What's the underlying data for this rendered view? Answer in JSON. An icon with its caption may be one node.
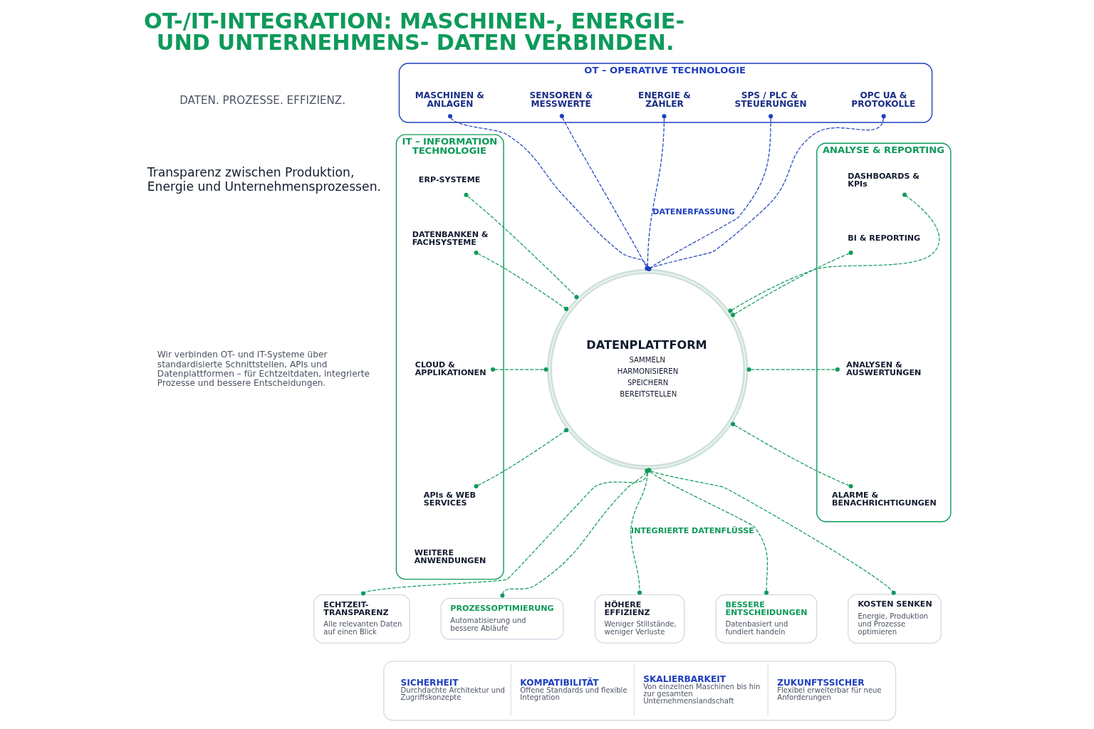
{
  "diagram": {
    "title": "OT-/IT-INTEGRATION: MASCHINEN-, ENERGIE- UND UNTERNEHMENS- DATEN VERBINDEN.",
    "nodes": [
      {
        "text": [
          "OT – OPERATIVE TECHNOLOGIE"
        ]
      },
      {
        "text": [
          "MASCHINEN & ANLAGEN"
        ],
        "in": 0
      },
      {
        "text": [
          "SENSOREN & MESSWERTE"
        ],
        "in": 0
      },
      {
        "text": [
          "ENERGIE & ZÄHLER"
        ],
        "in": 0
      },
      {
        "text": [
          "SPS / PLC & STEUERUNGEN"
        ],
        "in": 0
      },
      {
        "text": [
          "OPC UA & PROTOKOLLE"
        ],
        "in": 0
      },
      {
        "text": [
          "IT – INFORMATION TECHNOLOGIE"
        ]
      },
      {
        "text": [
          "ERP-SYSTEME"
        ],
        "in": 6
      },
      {
        "text": [
          "DATENBANKEN & FACHSYSTEME"
        ],
        "in": 6
      },
      {
        "text": [
          "CLOUD & APPLIKATIONEN"
        ],
        "in": 6
      },
      {
        "text": [
          "APIs & WEB SERVICES"
        ],
        "in": 6
      },
      {
        "text": [
          "WEITERE ANWENDUNGEN"
        ],
        "in": 6
      },
      {
        "text": [
          "DATENPLATTFORM",
          "SAMMELN",
          "HARMONISIEREN",
          "SPEICHERN",
          "BEREITSTELLEN"
        ]
      },
      {
        "text": [
          "ANALYSE & REPORTING"
        ]
      },
      {
        "text": [
          "DASHBOARDS & KPIs"
        ],
        "in": 13
      },
      {
        "text": [
          "BI & REPORTING"
        ],
        "in": 13
      },
      {
        "text": [
          "ANALYSEN & AUSWERTUNGEN"
        ],
        "in": 13
      },
      {
        "text": [
          "ALARME & BENACHRICHTIGUNGEN"
        ],
        "in": 13
      },
      {
        "text": [
          "ECHTZEIT- TRANSPARENZ",
          "Alle relevanten Daten auf einen Blick"
        ]
      },
      {
        "text": [
          "PROZESSOPTIMIERUNG",
          "Automatisierung und bessere Abläufe"
        ]
      },
      {
        "text": [
          "HÖHERE EFFIZIENZ",
          "Weniger Stillstände, weniger Verluste"
        ]
      },
      {
        "text": [
          "BESSERE ENTSCHEIDUNGEN",
          "Datenbasiert und fundiert handeln"
        ]
      },
      {
        "text": [
          "KOSTEN SENKEN",
          "Energie, Produktion und Prozesse optimieren"
        ]
      },
      {
        "text": [
          "SICHERHEIT",
          "Durchdachte Architektur und Zugriffskonzepte",
          "KOMPATIBILITÄT",
          "Offene Standards und flexible Integration",
          "SKALIERBARKEIT",
          "Von einzelnen Maschinen bis hin zur gesamten Unternehmenslandschaft",
          "ZUKUNFTSSICHER",
          "Flexibel erweiterbar für neue Anforderungen"
        ]
      }
    ],
    "edges": [
      {
        "from": 1,
        "to": 12,
        "arrow": "other",
        "style": "dashed",
        "color": "#1d3fbf"
      },
      {
        "from": 2,
        "to": 12,
        "arrow": "other",
        "style": "dashed",
        "color": "#1d3fbf"
      },
      {
        "from": 3,
        "to": 12,
        "arrow": "other",
        "style": "dashed",
        "color": "#1d3fbf",
        "label": "DATENERFASSUNG"
      },
      {
        "from": 4,
        "to": 12,
        "arrow": "other",
        "style": "dashed",
        "color": "#1d3fbf"
      },
      {
        "from": 5,
        "to": 12,
        "arrow": "other",
        "style": "dashed",
        "color": "#1d3fbf"
      },
      {
        "from": 7,
        "to": 12,
        "arrow": "other",
        "style": "dashed"
      },
      {
        "from": 8,
        "to": 12,
        "arrow": "other",
        "style": "dashed"
      },
      {
        "from": 9,
        "to": 12,
        "arrow": "other",
        "style": "dashed"
      },
      {
        "from": 10,
        "to": 12,
        "arrow": "other",
        "style": "dashed"
      },
      {
        "from": 12,
        "to": 14,
        "arrow": "other",
        "style": "dashed"
      },
      {
        "from": 12,
        "to": 15,
        "arrow": "other",
        "style": "dashed"
      },
      {
        "from": 12,
        "to": 16,
        "arrow": "other",
        "style": "dashed"
      },
      {
        "from": 12,
        "to": 17,
        "arrow": "other",
        "style": "dashed"
      },
      {
        "from": 12,
        "to": 18,
        "arrow": "other",
        "style": "dashed"
      },
      {
        "from": 12,
        "to": 19,
        "arrow": "other",
        "style": "dashed"
      },
      {
        "from": 12,
        "to": 20,
        "arrow": "other",
        "style": "dashed",
        "label": "INTEGRIERTE DATENFLÜSSE"
      },
      {
        "from": 12,
        "to": 21,
        "arrow": "other",
        "style": "dashed"
      },
      {
        "from": 12,
        "to": 22,
        "arrow": "other",
        "style": "dashed"
      }
    ],
    "labels": [
      "DATEN. PROZESSE. EFFIZIENZ.",
      "Transparenz zwischen Produktion, Energie und Unternehmensprozessen.",
      "Wir verbinden OT- und IT-Systeme über standardisierte Schnittstellen, APIs und Datenplattformen – für Echtzeitdaten, integrierte Prozesse und bessere Entscheidungen."
    ]
  }
}
